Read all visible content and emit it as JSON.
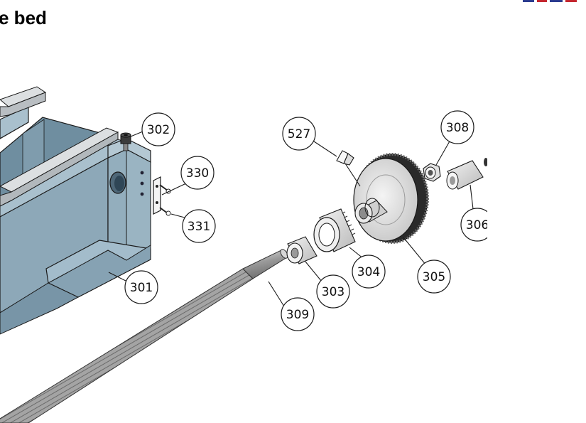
{
  "title": "e bed",
  "colors": {
    "bed_face": "#8da8b8",
    "bed_top": "#a9c0cd",
    "bed_dark": "#5f7e90",
    "rail": "#c9cdd0",
    "outline": "#1a1a1a",
    "logo_blue": "#2a3b8f",
    "logo_red": "#c4262e"
  },
  "parts": [
    {
      "id": "301",
      "label": "301"
    },
    {
      "id": "302",
      "label": "302"
    },
    {
      "id": "303",
      "label": "303"
    },
    {
      "id": "304",
      "label": "304"
    },
    {
      "id": "305",
      "label": "305"
    },
    {
      "id": "306",
      "label": "306"
    },
    {
      "id": "308",
      "label": "308"
    },
    {
      "id": "309",
      "label": "309"
    },
    {
      "id": "330",
      "label": "330"
    },
    {
      "id": "331",
      "label": "331"
    },
    {
      "id": "527",
      "label": "527"
    }
  ]
}
